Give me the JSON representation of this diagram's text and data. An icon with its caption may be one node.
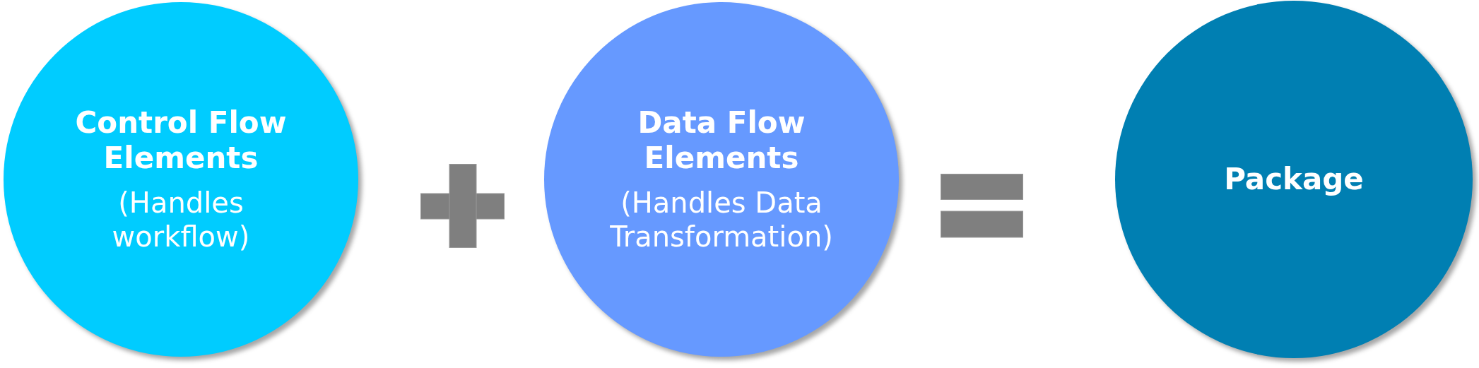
{
  "diagram": {
    "nodes": [
      {
        "text": [
          "Control Flow Elements",
          "(Handles workflow)"
        ]
      },
      {
        "text": [
          "Data Flow Elements",
          "(Handles Data Transformation)"
        ]
      },
      {
        "text": [
          "Package"
        ]
      }
    ]
  }
}
